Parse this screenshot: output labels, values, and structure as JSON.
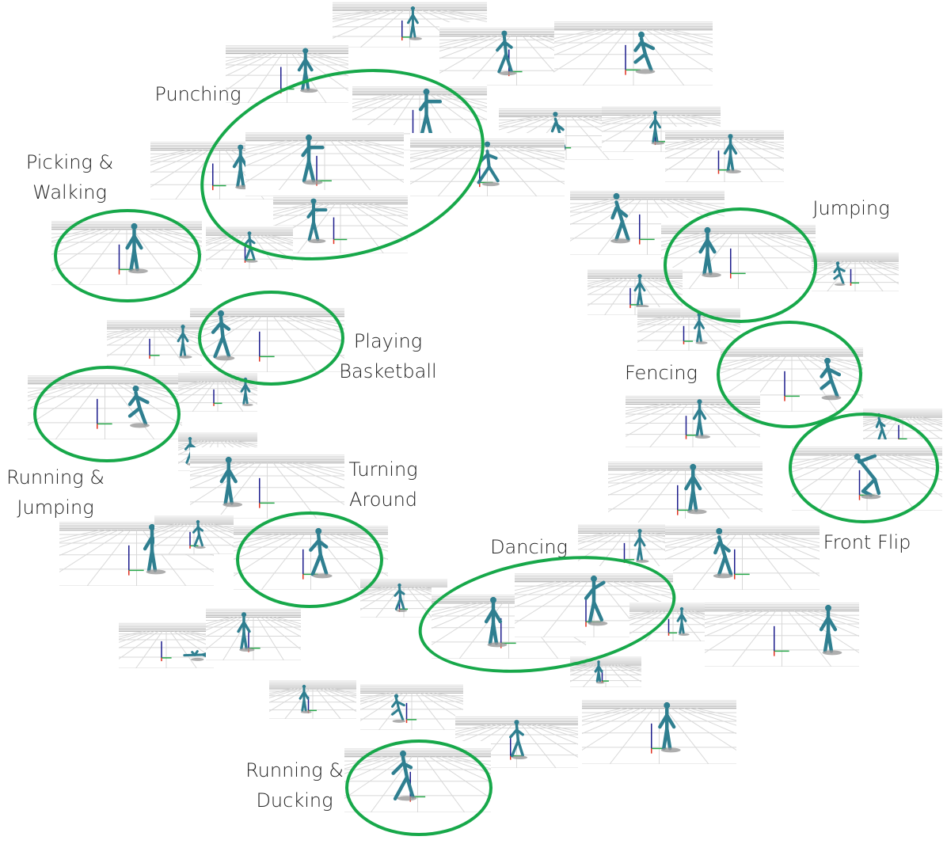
{
  "labels": {
    "punching": "Punching",
    "picking_walking": "Picking &\nWalking",
    "jumping": "Jumping",
    "playing_basketball": "Playing\nBasketball",
    "fencing": "Fencing",
    "running_jumping": "Running &\nJumping",
    "turning_around": "Turning\nAround",
    "front_flip": "Front Flip",
    "dancing": "Dancing",
    "running_ducking": "Running &\nDucking"
  },
  "colors": {
    "highlight_ring": "#17a84a",
    "figure": "#2f7f90",
    "axis_x": "#e03020",
    "axis_y": "#27a84a",
    "axis_z": "#1c1c8c",
    "grid": "#d8d8d8",
    "horizon": "#9a9a9a",
    "shadow": "#9a9a9a",
    "text": "#222222"
  }
}
